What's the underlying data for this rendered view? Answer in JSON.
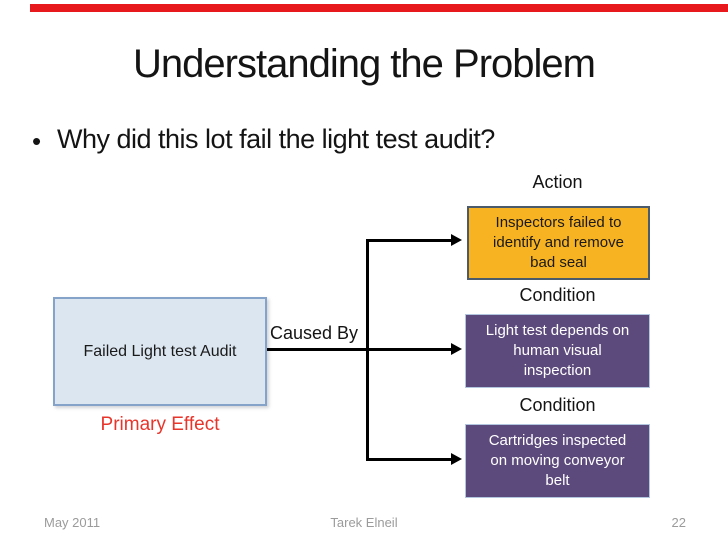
{
  "slide": {
    "title": "Understanding the Problem",
    "bullet_glyph": "•",
    "bullet": "Why did this lot fail the light test audit?",
    "accent_bar_color": "#e8191d"
  },
  "diagram": {
    "primary_box": {
      "label": "Failed Light test Audit",
      "fill": "#dce6f1",
      "caption": "Primary Effect",
      "caption_color": "#e8352b"
    },
    "connector_label": "Caused By",
    "causes": [
      {
        "tag": "Action",
        "text": "Inspectors failed to\nidentify  and remove\nbad seal",
        "fill": "#f8b323",
        "text_color": "#1a1a1a"
      },
      {
        "tag": "Condition",
        "text": "Light test depends on\nhuman visual\ninspection",
        "fill": "#5d4a7c",
        "text_color": "#ffffff"
      },
      {
        "tag": "Condition",
        "text": "Cartridges inspected\non moving conveyor\nbelt",
        "fill": "#5d4a7c",
        "text_color": "#ffffff"
      }
    ]
  },
  "footer": {
    "date": "May 2011",
    "author": "Tarek Elneil",
    "page": "22"
  }
}
